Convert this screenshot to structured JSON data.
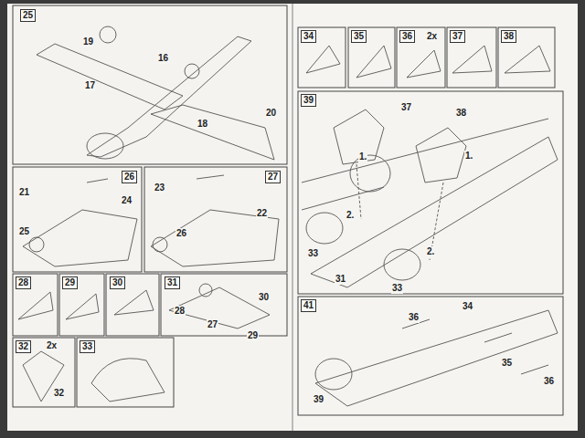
{
  "diagram": {
    "nodes": [
      {
        "text": [
          "25"
        ]
      },
      {
        "text": [
          "26"
        ]
      },
      {
        "text": [
          "27"
        ]
      },
      {
        "text": [
          "28"
        ]
      },
      {
        "text": [
          "29"
        ]
      },
      {
        "text": [
          "30"
        ]
      },
      {
        "text": [
          "31"
        ]
      },
      {
        "text": [
          "32"
        ]
      },
      {
        "text": [
          "33"
        ]
      },
      {
        "text": [
          "34"
        ]
      },
      {
        "text": [
          "35"
        ]
      },
      {
        "text": [
          "36"
        ]
      },
      {
        "text": [
          "37"
        ]
      },
      {
        "text": [
          "38"
        ]
      },
      {
        "text": [
          "39"
        ]
      },
      {
        "text": [
          "41"
        ]
      }
    ],
    "labels": [
      "19",
      "16",
      "17",
      "18",
      "20",
      "21",
      "24",
      "25",
      "23",
      "22",
      "26",
      "28",
      "30",
      "27",
      "29",
      "2x",
      "32",
      "2x",
      "37",
      "38",
      "1.",
      "1.",
      "2.",
      "2.",
      "33",
      "31",
      "33",
      "36",
      "34",
      "35",
      "36",
      "39"
    ]
  }
}
